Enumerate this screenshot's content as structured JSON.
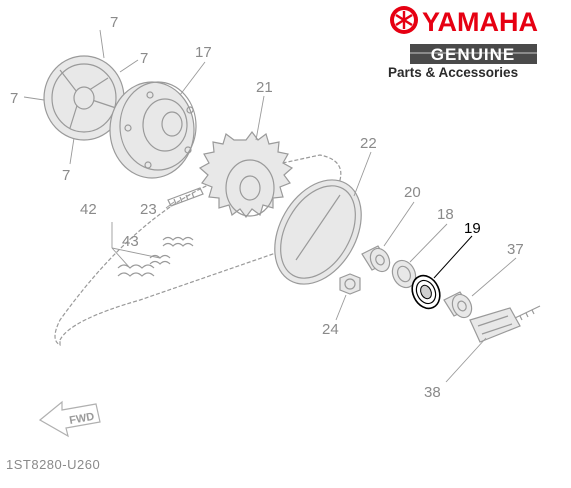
{
  "brand": {
    "name": "YAMAHA",
    "genuine": "GENUINE",
    "subtitle": "Parts & Accessories",
    "color": "#e60012"
  },
  "diagram": {
    "code": "1ST8280-U260",
    "fwd_label": "FWD",
    "highlight_color": "#000000",
    "part_color": "#9a9a9a",
    "callouts": [
      {
        "label": "7",
        "highlighted": false
      },
      {
        "label": "7",
        "highlighted": false
      },
      {
        "label": "7",
        "highlighted": false
      },
      {
        "label": "7",
        "highlighted": false
      },
      {
        "label": "17",
        "highlighted": false
      },
      {
        "label": "21",
        "highlighted": false
      },
      {
        "label": "22",
        "highlighted": false
      },
      {
        "label": "20",
        "highlighted": false
      },
      {
        "label": "18",
        "highlighted": false
      },
      {
        "label": "19",
        "highlighted": true
      },
      {
        "label": "37",
        "highlighted": false
      },
      {
        "label": "42",
        "highlighted": false
      },
      {
        "label": "43",
        "highlighted": false
      },
      {
        "label": "23",
        "highlighted": false
      },
      {
        "label": "24",
        "highlighted": false
      },
      {
        "label": "38",
        "highlighted": false
      }
    ]
  }
}
